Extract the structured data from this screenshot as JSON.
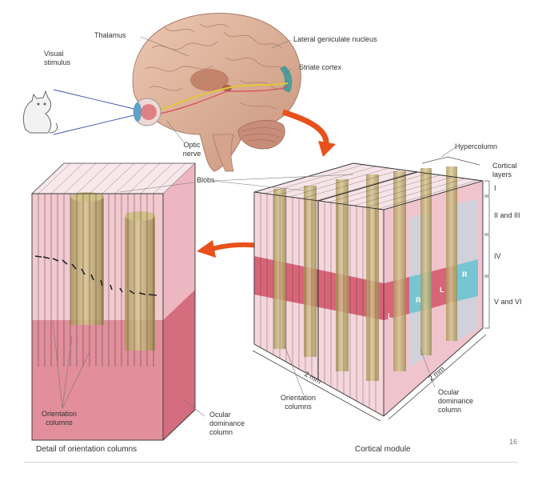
{
  "labels": {
    "thalamus": "Thalamus",
    "lgn": "Lateral geniculate nucleus",
    "visual_stimulus": "Visual stimulus",
    "striate_cortex": "Striate cortex",
    "optic_nerve": "Optic nerve",
    "hypercolumn": "Hypercolumn",
    "cortical_layers": "Cortical layers",
    "blobs": "Blobs",
    "layer_i": "I",
    "layer_ii_iii": "II and III",
    "layer_iv": "IV",
    "layer_v_vi": "V and VI",
    "orientation_columns_left": "Orientation columns",
    "ocular_dominance_left": "Ocular dominance column",
    "orientation_columns_right": "Orientation columns",
    "ocular_dominance_right": "Ocular dominance column",
    "dim_front": "2 mm",
    "dim_side": "2 mm",
    "eye_l1": "L",
    "eye_r1": "R",
    "eye_l2": "L",
    "eye_r2": "R"
  },
  "captions": {
    "left": "Detail of orientation columns",
    "right": "Cortical module"
  },
  "slide_number": "16",
  "colors": {
    "pink_light": "#f3c9d0",
    "pink_mid": "#e8a3ae",
    "pink_dark": "#d36476",
    "cyan": "#2aa8bd",
    "cyan_light": "#b7dde6",
    "column_tan": "#c8b37a",
    "arrow_orange": "#e8501c",
    "brain": "#d9b19a"
  }
}
